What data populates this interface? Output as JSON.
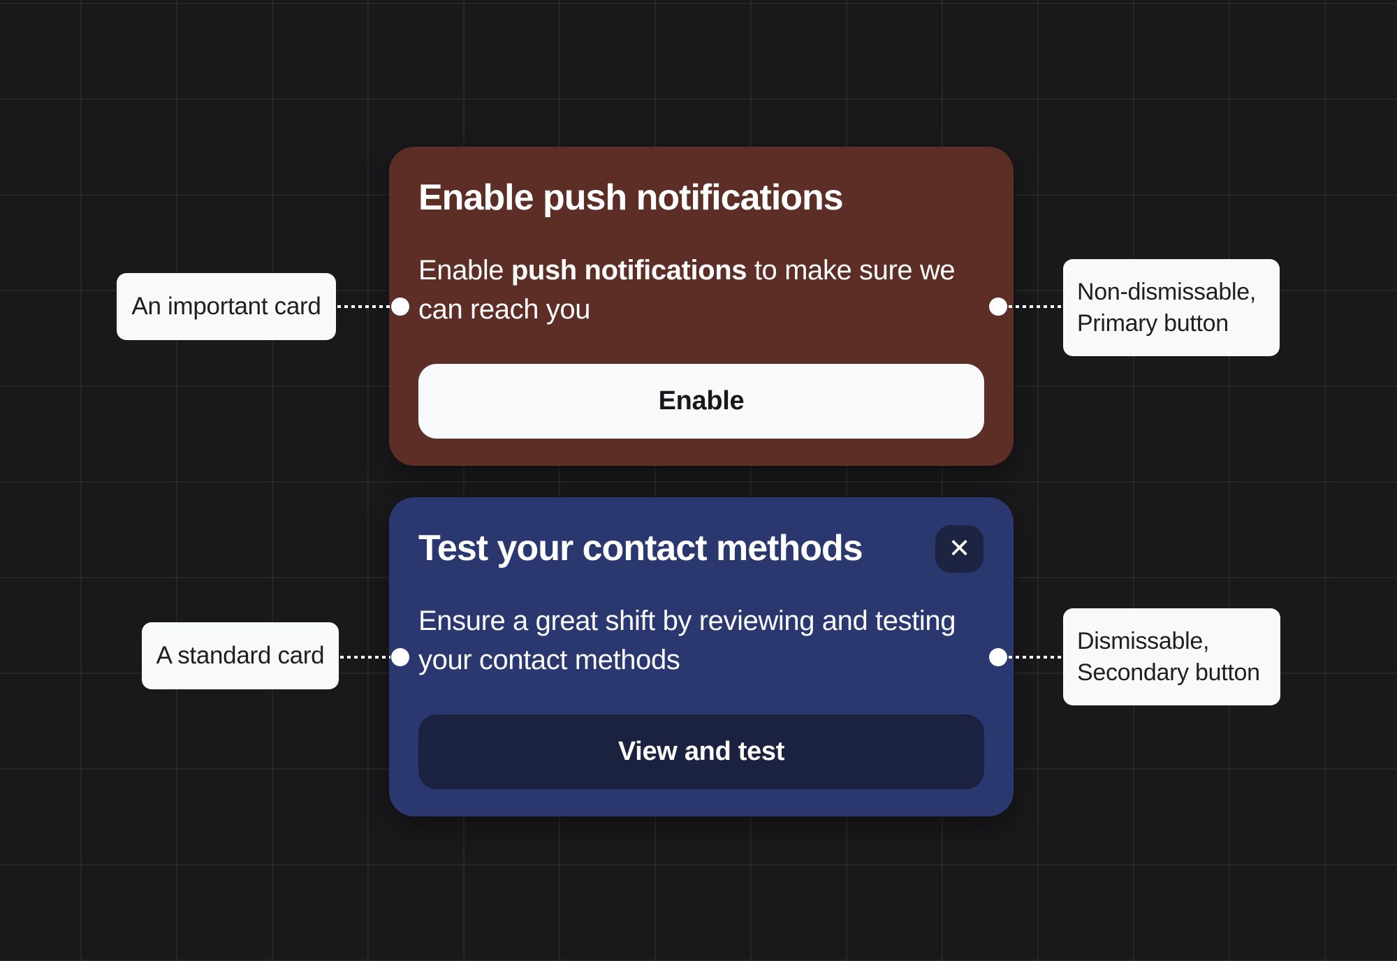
{
  "canvas": {
    "background_color": "#19191b",
    "grid_line_color": "rgba(255,255,255,0.055)"
  },
  "cards": [
    {
      "kind": "important",
      "title": "Enable push notifications",
      "body": {
        "line1_pre": "Enable ",
        "line1_bold": "push notifications",
        "line1_post": " to make sure we",
        "line2": "can reach you"
      },
      "button": {
        "label": "Enable",
        "style": "primary"
      },
      "dismissable": false,
      "background_color": "#5c2e26",
      "button_background": "#f8f9fa",
      "button_text_color": "#17181b"
    },
    {
      "kind": "standard",
      "title": "Test your contact methods",
      "body": {
        "line1_pre": "Ensure a great shift by reviewing and testing",
        "line1_bold": "",
        "line1_post": "",
        "line2": "your contact methods"
      },
      "button": {
        "label": "View and test",
        "style": "secondary"
      },
      "dismissable": true,
      "close_icon": "✕",
      "background_color": "#2a386f",
      "button_background": "#1a2240",
      "button_text_color": "#ffffff"
    }
  ],
  "annotations": [
    {
      "lines": [
        "An important card"
      ],
      "side": "left",
      "target": "important-card"
    },
    {
      "lines": [
        "Non-dismissable,",
        "Primary button"
      ],
      "side": "right",
      "target": "important-card-button"
    },
    {
      "lines": [
        "A standard card"
      ],
      "side": "left",
      "target": "standard-card"
    },
    {
      "lines": [
        "Dismissable,",
        "Secondary button"
      ],
      "side": "right",
      "target": "standard-card-button"
    }
  ]
}
